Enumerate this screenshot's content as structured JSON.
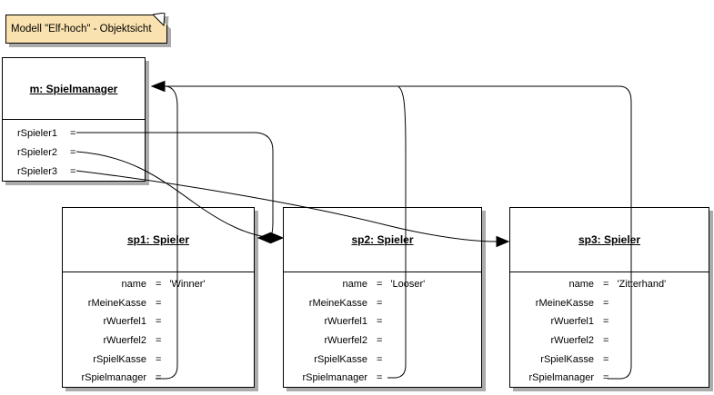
{
  "note": {
    "text": "Modell \"Elf-hoch\" - Objektsicht"
  },
  "colors": {
    "note_fill": "#FAE2B0",
    "shadow": "#ABABAB",
    "box_fill": "#FFFFFF",
    "line": "#000000"
  },
  "objects": {
    "m": {
      "title": "m: Spielmanager",
      "attributes": [
        {
          "label": "rSpieler1",
          "eq": "=",
          "value": ""
        },
        {
          "label": "rSpieler2",
          "eq": "=",
          "value": ""
        },
        {
          "label": "rSpieler3",
          "eq": "=",
          "value": ""
        }
      ]
    },
    "sp1": {
      "title": "sp1: Spieler",
      "attributes": [
        {
          "label": "name",
          "eq": "=",
          "value": "'Winner'"
        },
        {
          "label": "rMeineKasse",
          "eq": "=",
          "value": ""
        },
        {
          "label": "rWuerfel1",
          "eq": "=",
          "value": ""
        },
        {
          "label": "rWuerfel2",
          "eq": "=",
          "value": ""
        },
        {
          "label": "rSpielKasse",
          "eq": "=",
          "value": ""
        },
        {
          "label": "rSpielmanager",
          "eq": "=",
          "value": ""
        }
      ]
    },
    "sp2": {
      "title": "sp2: Spieler",
      "attributes": [
        {
          "label": "name",
          "eq": "=",
          "value": "'Looser'"
        },
        {
          "label": "rMeineKasse",
          "eq": "=",
          "value": ""
        },
        {
          "label": "rWuerfel1",
          "eq": "=",
          "value": ""
        },
        {
          "label": "rWuerfel2",
          "eq": "=",
          "value": ""
        },
        {
          "label": "rSpielKasse",
          "eq": "=",
          "value": ""
        },
        {
          "label": "rSpielmanager",
          "eq": "=",
          "value": ""
        }
      ]
    },
    "sp3": {
      "title": "sp3: Spieler",
      "attributes": [
        {
          "label": "name",
          "eq": "=",
          "value": "'Zitterhand'"
        },
        {
          "label": "rMeineKasse",
          "eq": "=",
          "value": ""
        },
        {
          "label": "rWuerfel1",
          "eq": "=",
          "value": ""
        },
        {
          "label": "rWuerfel2",
          "eq": "=",
          "value": ""
        },
        {
          "label": "rSpielKasse",
          "eq": "=",
          "value": ""
        },
        {
          "label": "rSpielmanager",
          "eq": "=",
          "value": ""
        }
      ]
    }
  },
  "links": [
    {
      "name": "rSpieler1 -> sp1"
    },
    {
      "name": "rSpieler2 -> sp2"
    },
    {
      "name": "rSpieler3 -> sp3"
    },
    {
      "name": "sp1.rSpielmanager -> m"
    },
    {
      "name": "sp2.rSpielmanager -> m"
    },
    {
      "name": "sp3.rSpielmanager -> m"
    }
  ]
}
